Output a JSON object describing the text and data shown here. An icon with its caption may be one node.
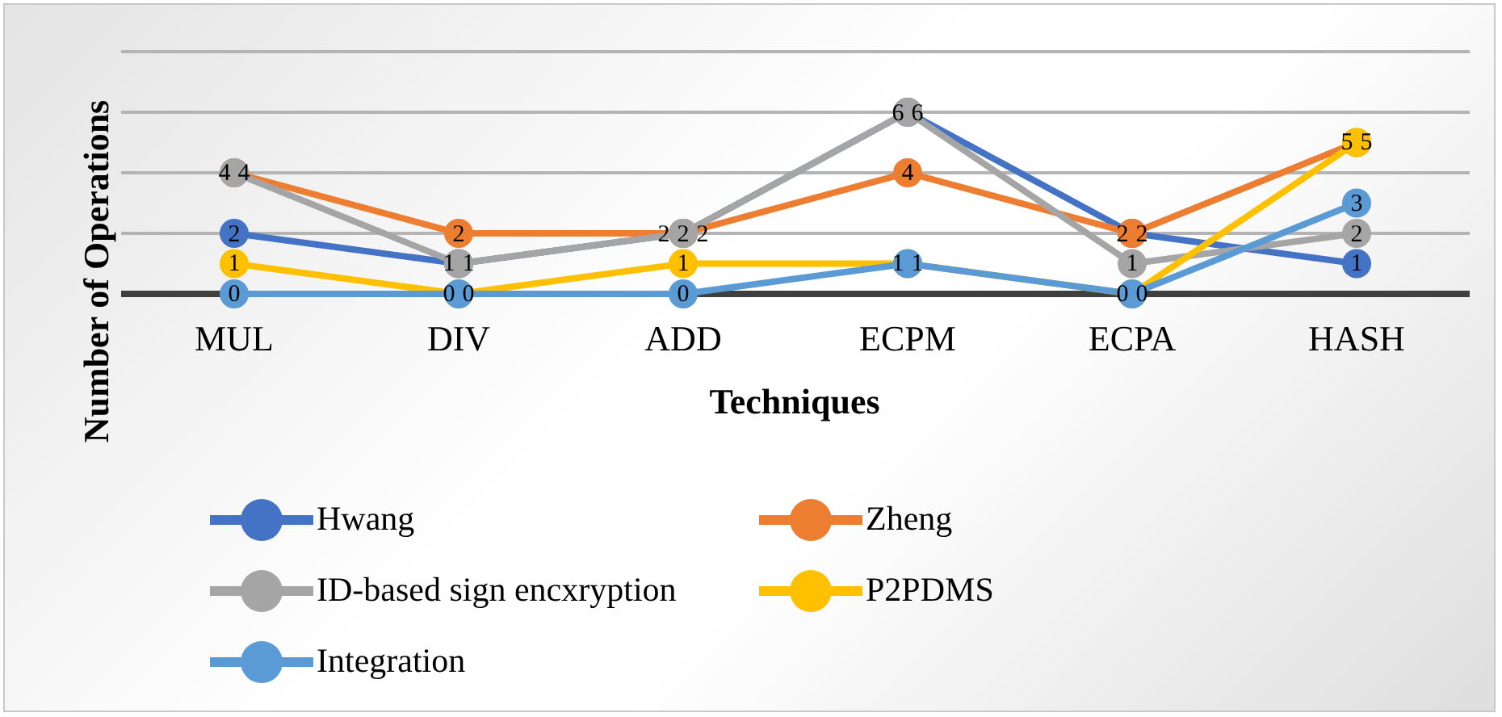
{
  "diagram": {
    "chart_data": {
      "type": "line",
      "xlabel": "Techniques",
      "ylabel": "Number of Operations",
      "categories": [
        "MUL",
        "DIV",
        "ADD",
        "ECPM",
        "ECPA",
        "HASH"
      ],
      "series": [
        {
          "name": "Hwang",
          "color": "#4472c4",
          "marker": "circle",
          "values": [
            2,
            1,
            2,
            6,
            2,
            1
          ]
        },
        {
          "name": "Zheng",
          "color": "#ed7d31",
          "marker": "circle",
          "values": [
            4,
            2,
            2,
            4,
            2,
            5
          ]
        },
        {
          "name": "ID-based sign encxryption",
          "color": "#a5a5a5",
          "marker": "circle",
          "values": [
            4,
            1,
            2,
            6,
            1,
            2
          ]
        },
        {
          "name": "P2PDMS",
          "color": "#ffc000",
          "marker": "circle",
          "values": [
            1,
            0,
            1,
            1,
            0,
            5
          ]
        },
        {
          "name": "Integration",
          "color": "#5b9bd5",
          "marker": "circle",
          "values": [
            0,
            0,
            0,
            1,
            0,
            3
          ]
        }
      ],
      "ylim": [
        0,
        8
      ],
      "data_labels": true,
      "legend": "bottom"
    }
  }
}
